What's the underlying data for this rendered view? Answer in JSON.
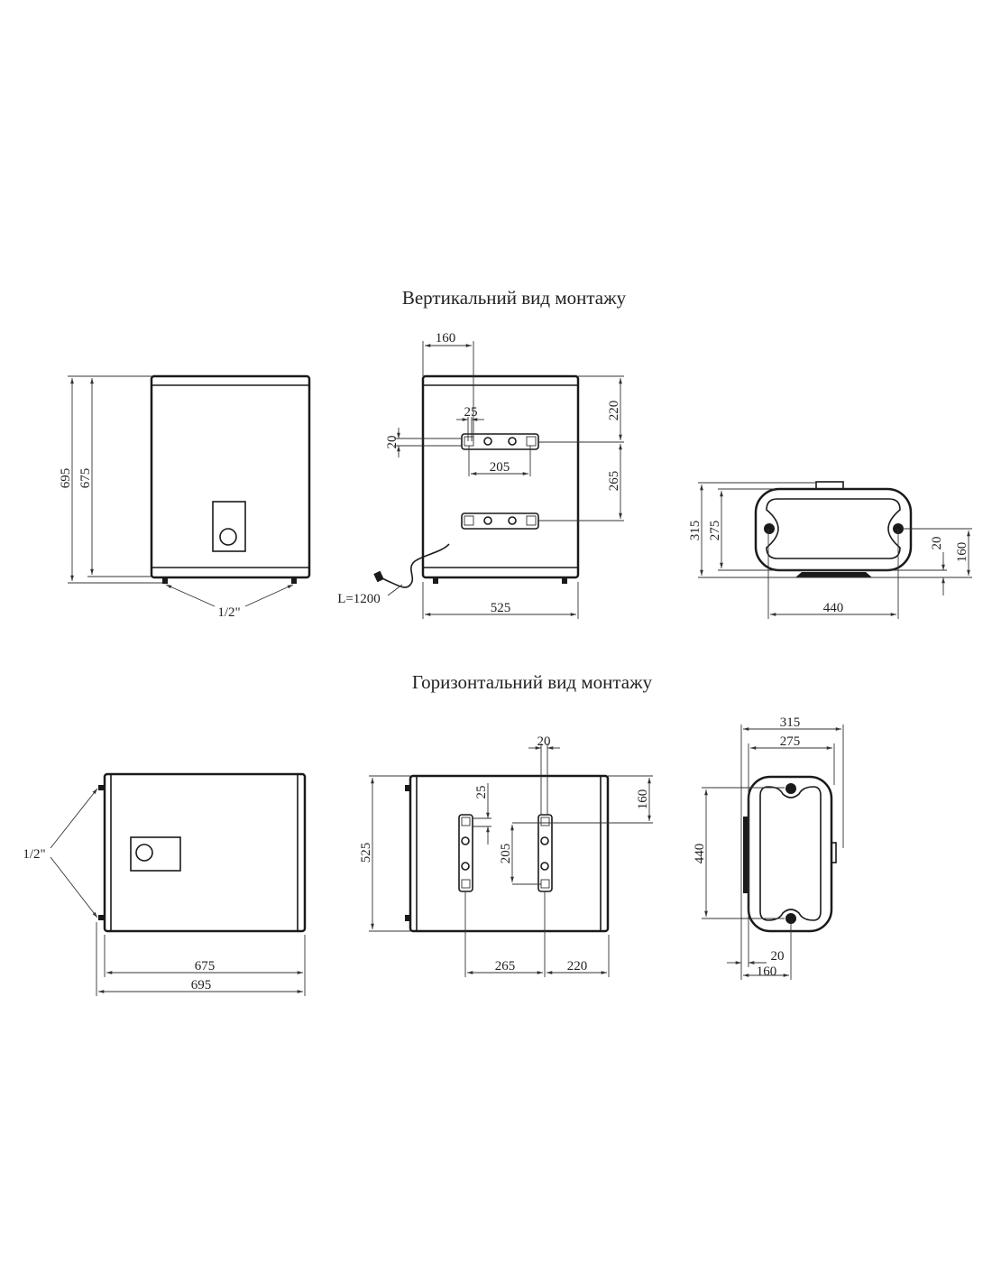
{
  "titles": {
    "vertical": "Вертикальний вид монтажу",
    "horizontal": "Горизонтальний вид монтажу"
  },
  "vertical_front": {
    "height_total": "695",
    "height_body": "675",
    "thread": "1/2\""
  },
  "vertical_back": {
    "top_offset_x": "160",
    "bracket_hole": "25",
    "bracket_height": "20",
    "bracket_spacing": "205",
    "top_to_bracket": "220",
    "bracket_to_bracket": "265",
    "width": "525",
    "cable_length": "L=1200"
  },
  "vertical_top": {
    "depth_total": "315",
    "depth_body": "275",
    "hole_spacing": "440",
    "base_gap": "20",
    "hole_height": "160"
  },
  "horizontal_front": {
    "thread": "1/2\"",
    "length_body": "675",
    "length_total": "695"
  },
  "horizontal_back": {
    "bracket_width": "20",
    "width": "525",
    "top_offset": "160",
    "bracket_hole": "25",
    "bracket_spacing": "205",
    "bracket_to_bracket": "265",
    "bracket_to_edge": "220"
  },
  "horizontal_side": {
    "depth_total": "315",
    "depth_body": "275",
    "hole_spacing": "440",
    "base_gap": "20",
    "hole_offset": "160"
  }
}
